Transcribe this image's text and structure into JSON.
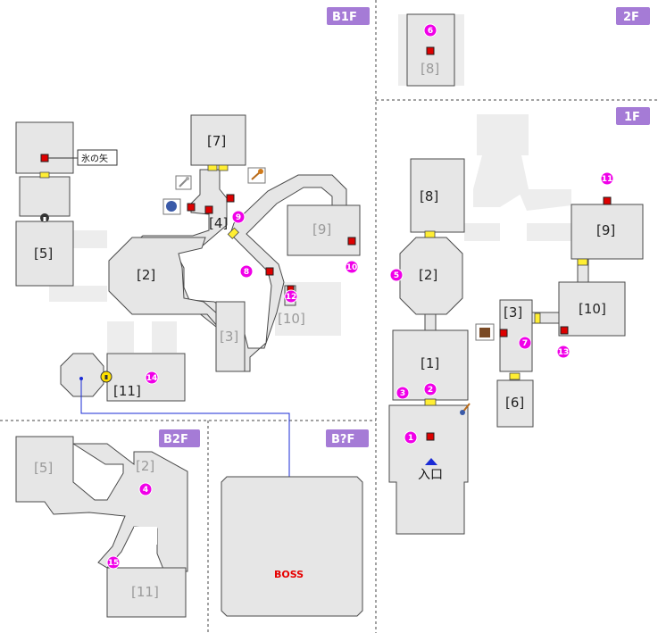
{
  "floors": {
    "b1f": "B1F",
    "f2": "2F",
    "f1": "1F",
    "b2f": "B2F",
    "bqf": "B?F"
  },
  "b1f_rooms": {
    "r7": "[7]",
    "r4": "[4]",
    "r5": "[5]",
    "r2": "[2]",
    "r9": "[9]",
    "r10": "[10]",
    "r3": "[3]",
    "r11": "[11]"
  },
  "b1f_item_label": "氷の矢",
  "f2_rooms": {
    "r8": "[8]"
  },
  "f1_rooms": {
    "r8": "[8]",
    "r9": "[9]",
    "r2": "[2]",
    "r3": "[3]",
    "r10": "[10]",
    "r1": "[1]",
    "r6": "[6]"
  },
  "f1_entrance": "入口",
  "b2f_rooms": {
    "r5": "[5]",
    "r2": "[2]",
    "r11": "[11]"
  },
  "bqf_boss": "BOSS",
  "markers": [
    "1",
    "2",
    "3",
    "4",
    "5",
    "6",
    "7",
    "8",
    "9",
    "10",
    "11",
    "12",
    "13",
    "14",
    "15"
  ],
  "colors": {
    "floor_tag": "#a57bd6",
    "marker": "#f000e8",
    "chest": "#dd0000",
    "door": "#ffee33",
    "room": "#e6e6e6",
    "path_line": "#1a2bd6",
    "boss_text": "#e60000"
  }
}
